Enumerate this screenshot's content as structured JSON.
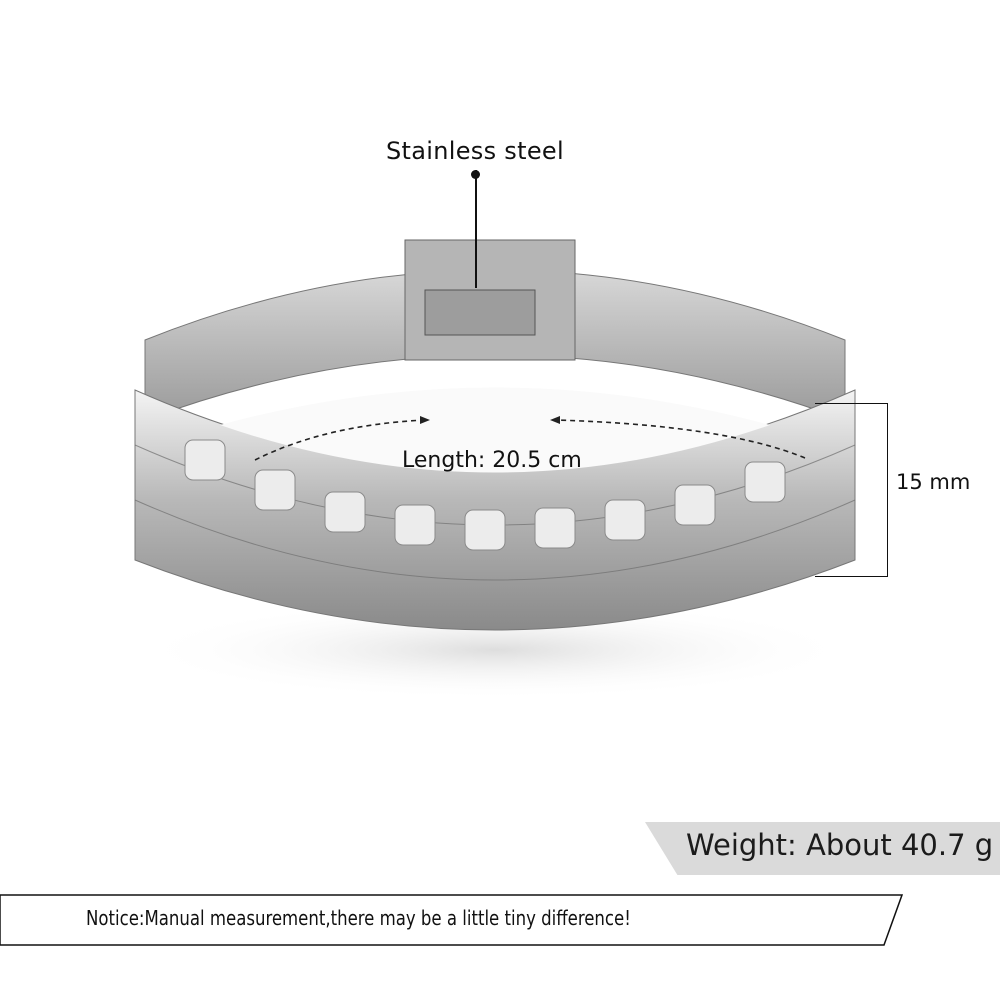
{
  "annotations": {
    "material_label": "Stainless steel",
    "length_label": "Length: 20.5 cm",
    "width_label": "15 mm"
  },
  "weight_banner": {
    "text": "Weight: About 40.7 g",
    "background": "#dadada"
  },
  "notice": {
    "text": "Notice:Manual measurement,there may be a little tiny difference!"
  },
  "product": {
    "description": "Stainless steel link bracelet with fold-over clasp"
  }
}
